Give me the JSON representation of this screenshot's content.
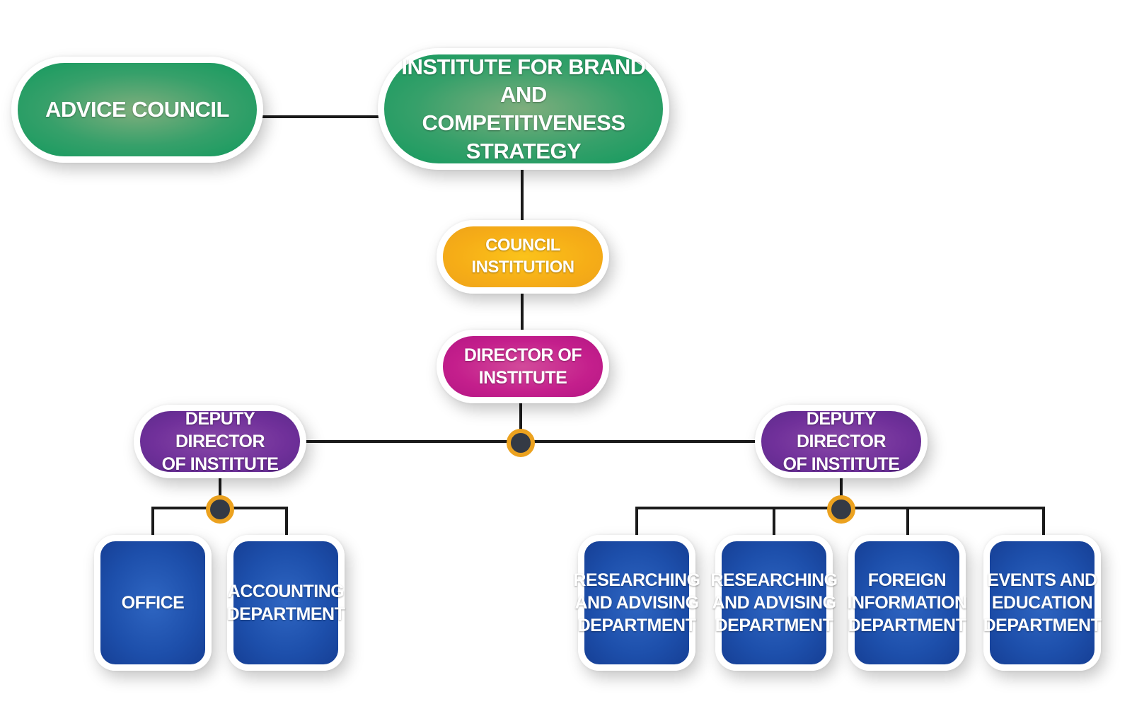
{
  "diagram": {
    "nodes": {
      "advice_council": "ADVICE COUNCIL",
      "institute": "INSTITUTE FOR BRAND AND\nCOMPETITIVENESS STRATEGY",
      "council_institution": "COUNCIL INSTITUTION",
      "director": "DIRECTOR OF\nINSTITUTE",
      "deputy_left": "DEPUTY DIRECTOR\nOF INSTITUTE",
      "deputy_right": "DEPUTY DIRECTOR\nOF INSTITUTE",
      "office": "OFFICE",
      "accounting": "ACCOUNTING\nDEPARTMENT",
      "researching_1": "RESEARCHING\nAND ADVISING\nDEPARTMENT",
      "researching_2": "RESEARCHING\nAND ADVISING\nDEPARTMENT",
      "foreign_info": "FOREIGN\nINFORMATION\nDEPARTMENT",
      "events_education": "EVENTS AND\nEDUCATION\nDEPARTMENT"
    },
    "edges": [
      [
        "advice_council",
        "institute"
      ],
      [
        "institute",
        "council_institution"
      ],
      [
        "council_institution",
        "director"
      ],
      [
        "director",
        "deputy_left"
      ],
      [
        "director",
        "deputy_right"
      ],
      [
        "deputy_left",
        "office"
      ],
      [
        "deputy_left",
        "accounting"
      ],
      [
        "deputy_right",
        "researching_1"
      ],
      [
        "deputy_right",
        "researching_2"
      ],
      [
        "deputy_right",
        "foreign_info"
      ],
      [
        "deputy_right",
        "events_education"
      ]
    ],
    "colors": {
      "top_level": "#1a9a60",
      "council": "#f6ad17",
      "director": "#c41f8c",
      "deputy": "#70309a",
      "department": "#1d4fab",
      "line": "#1a1a1a",
      "junction_fill": "#343a45",
      "junction_ring": "#eca21f"
    }
  }
}
